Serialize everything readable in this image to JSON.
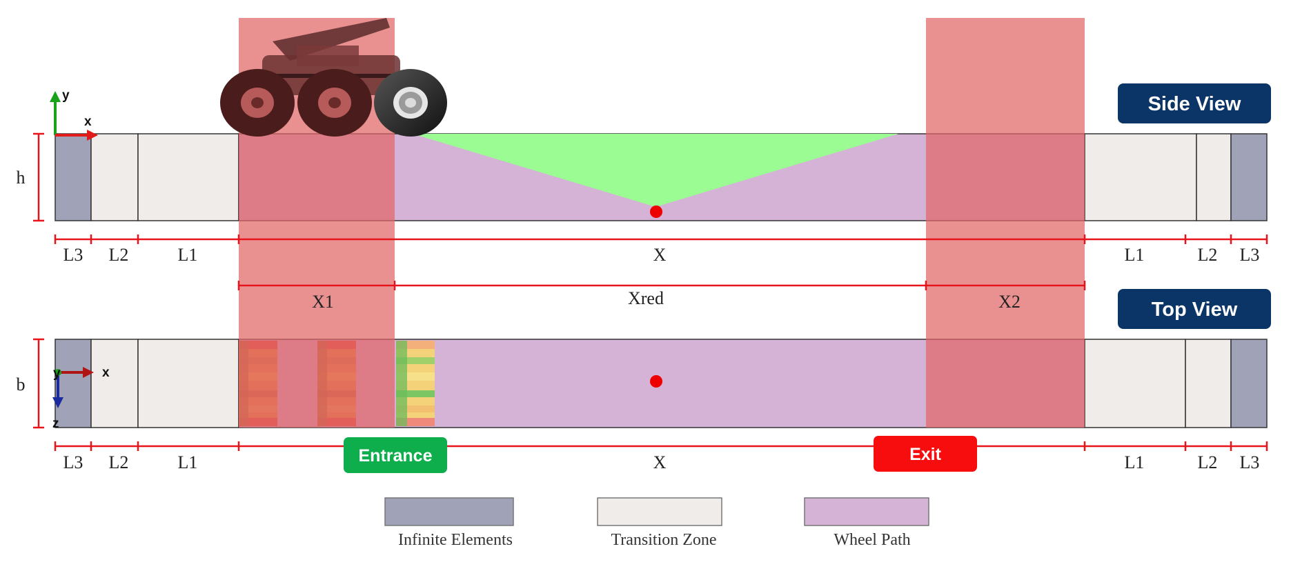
{
  "views": {
    "side": "Side View",
    "top": "Top View"
  },
  "dimensions": {
    "height": "h",
    "width": "b",
    "side_segments": [
      "L3",
      "L2",
      "L1",
      "X",
      "L1",
      "L2",
      "L3"
    ],
    "top_segments": [
      "L3",
      "L2",
      "L1",
      "X",
      "L1",
      "L2",
      "L3"
    ],
    "red_segments": [
      "X1",
      "Xred",
      "X2"
    ]
  },
  "axes": {
    "side": {
      "vertical": "y",
      "horizontal": "x"
    },
    "top": {
      "out_of_plane": "y",
      "horizontal": "x",
      "vertical": "z"
    }
  },
  "badges": {
    "entrance": "Entrance",
    "exit": "Exit"
  },
  "legend": [
    {
      "label": "Infinite Elements",
      "color": "#a0a3b7"
    },
    {
      "label": "Transition Zone",
      "color": "#efece9"
    },
    {
      "label": "Wheel Path",
      "color": "#d5b3d6"
    }
  ],
  "colors": {
    "red_zone": "#e06666",
    "wheel_path": "#d5b3d6",
    "green_zone": "#9afc92",
    "view_badge": "#0b3566",
    "entrance_badge": "#0eae4d",
    "exit_badge": "#f70d0d",
    "dimension_line": "#e8141c",
    "point_marker": "#ee0000"
  }
}
